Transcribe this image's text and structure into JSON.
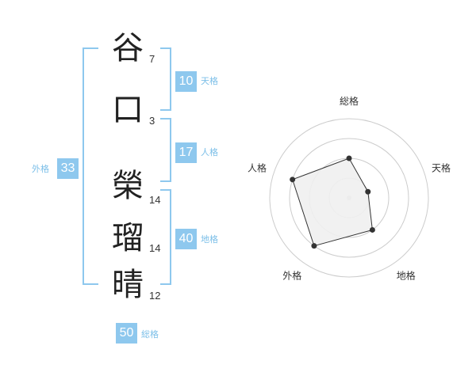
{
  "name": {
    "chars": [
      {
        "char": "谷",
        "strokes": "7"
      },
      {
        "char": "口",
        "strokes": "3"
      },
      {
        "char": "榮",
        "strokes": "14"
      },
      {
        "char": "瑠",
        "strokes": "14"
      },
      {
        "char": "晴",
        "strokes": "12"
      }
    ]
  },
  "fortunes": {
    "tenkaku": {
      "value": "10",
      "label": "天格"
    },
    "jinkaku": {
      "value": "17",
      "label": "人格"
    },
    "chikaku": {
      "value": "40",
      "label": "地格"
    },
    "gaikaku": {
      "value": "33",
      "label": "外格"
    },
    "soukaku": {
      "value": "50",
      "label": "総格"
    }
  },
  "colors": {
    "accent": "#8ec8ee",
    "label": "#7cbfe8",
    "ring": "#cccccc",
    "polygon_fill": "#f0f0f0",
    "polygon_stroke": "#333333"
  },
  "chart_data": {
    "type": "radar",
    "axes": [
      "総格",
      "天格",
      "地格",
      "外格",
      "人格"
    ],
    "values": [
      2,
      1,
      2,
      3,
      3
    ],
    "max": 4,
    "rings": 4
  }
}
